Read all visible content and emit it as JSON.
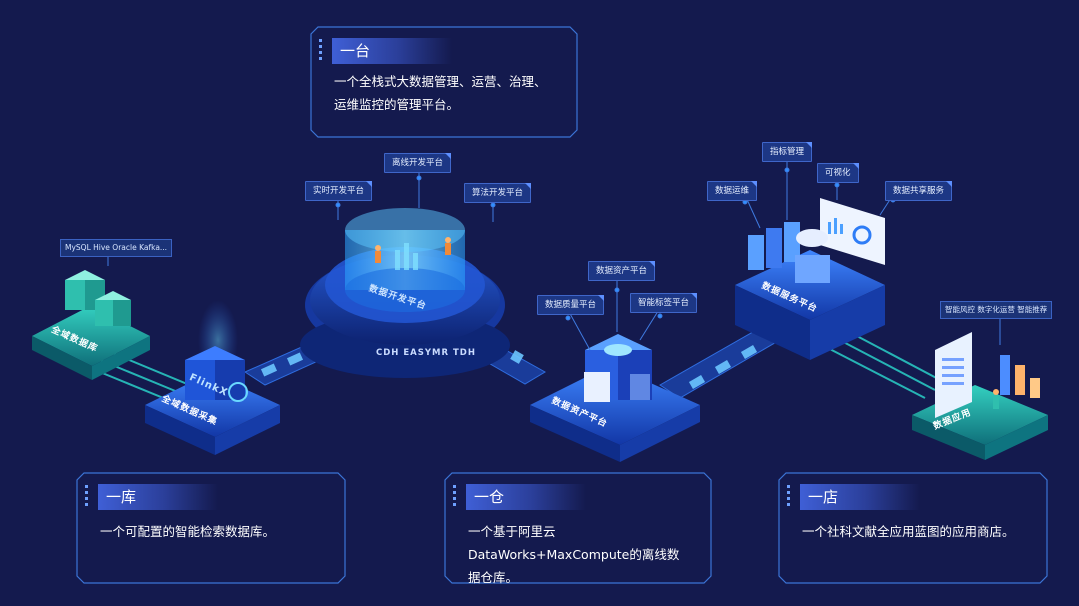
{
  "cards": {
    "top": {
      "title": "一台",
      "desc": "一个全栈式大数据管理、运营、治理、运维监控的管理平台。"
    },
    "left": {
      "title": "一库",
      "desc": "一个可配置的智能检索数据库。"
    },
    "middle": {
      "title": "一仓",
      "desc": "一个基于阿里云DataWorks+MaxCompute的离线数据仓库。"
    },
    "right": {
      "title": "一店",
      "desc": "一个社科文献全应用蓝图的应用商店。"
    }
  },
  "tags": {
    "offline_dev": "离线开发平台",
    "realtime_dev": "实时开发平台",
    "algo_dev": "算法开发平台",
    "db_sources": "MySQL Hive Oracle Kafka...",
    "data_asset": "数据资产平台",
    "data_quality": "数据质量平台",
    "smart_label": "智能标签平台",
    "metric_mgmt": "指标管理",
    "visual": "可视化",
    "data_ops": "数据运维",
    "data_share": "数据共享服务",
    "apps": "智能风控  数字化运营  智能推荐"
  },
  "platforms": {
    "source_db": "全域数据库",
    "collect": "全域数据采集",
    "collect_badge": "FlinkX",
    "dev_platform": "数据开发平台",
    "ring_text": "CDH    EASYMR    TDH",
    "asset_platform": "数据资产平台",
    "service_platform": "数据服务平台",
    "app": "数据应用"
  },
  "colors": {
    "background": "#141a4e",
    "card_border": "#3b74d6",
    "platform_blue": "#1f5fd8",
    "platform_teal": "#1fb3a8",
    "accent": "#3f5fd6"
  }
}
